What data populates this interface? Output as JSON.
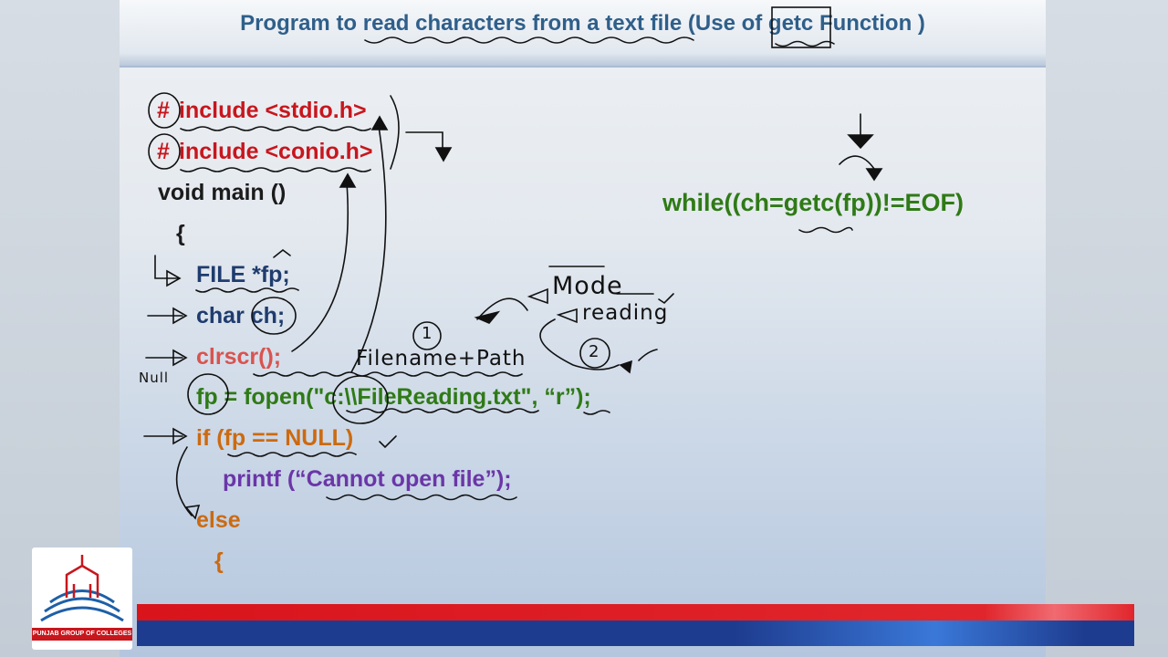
{
  "title": "Program to read characters  from a text file (Use of getc Function )",
  "code": {
    "line1_hash": "#",
    "line1": "include <stdio.h>",
    "line2_hash": "#",
    "line2": "include <conio.h>",
    "line3": "void main ()",
    "line4": "{",
    "line5": "FILE *fp;",
    "line6": "char ch;",
    "line7": "clrscr();",
    "line8": "fp = fopen(\"c:\\\\FileReading.txt\", “r”);",
    "line9": "if (fp == NULL)",
    "line10": "printf (“Cannot open file”);",
    "line11": "else",
    "line12": "{"
  },
  "while_statement": "while((ch=getc(fp))!=EOF)",
  "annotations": {
    "mode": "Mode",
    "reading": "reading",
    "filename_path": "Filename+Path",
    "num1": "1",
    "num2": "2",
    "null": "Null"
  },
  "logo": {
    "text": "PUNJAB GROUP OF COLLEGES"
  },
  "colors": {
    "title": "#2f5f8a",
    "red_band": "#d9141b",
    "blue_band": "#1e3c8f"
  }
}
